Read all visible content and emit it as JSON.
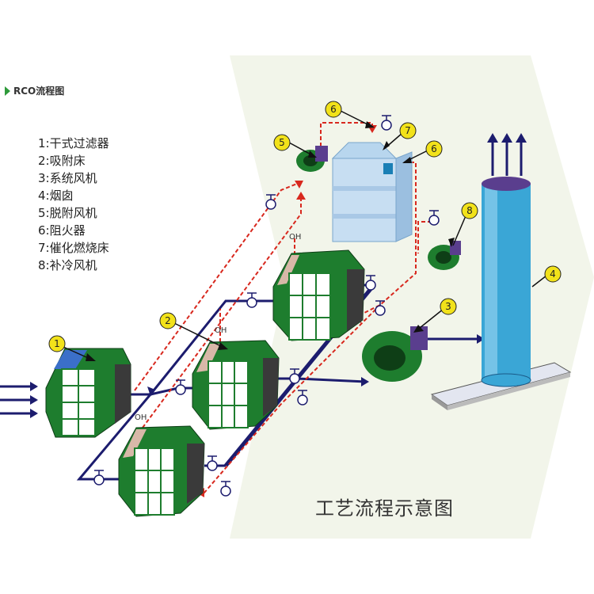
{
  "header": {
    "title": "RCO流程图"
  },
  "legend": [
    "1:干式过滤器",
    "2:吸附床",
    "3:系统风机",
    "4:烟囱",
    "5:脱附风机",
    "6:阻火器",
    "7:催化燃烧床",
    "8:补冷风机"
  ],
  "callouts": {
    "c1": "1",
    "c2": "2",
    "c3": "3",
    "c4": "4",
    "c5": "5",
    "c6a": "6",
    "c6b": "6",
    "c7": "7",
    "c8": "8"
  },
  "labels": {
    "oh": "OH"
  },
  "caption": "工艺流程示意图",
  "colors": {
    "green": "#1e7d2e",
    "gray": "#3a3a3a",
    "navy": "#1c1c6e",
    "red": "#d8281e",
    "yellow": "#f2e21a",
    "chimney": "#3aa6d6",
    "bg_band": "#f2f5ea"
  }
}
